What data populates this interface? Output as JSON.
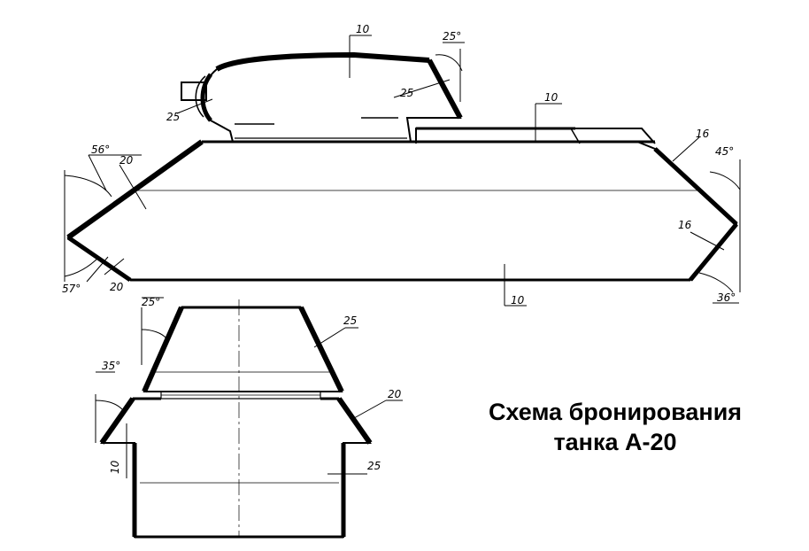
{
  "caption": {
    "line1": "Схема бронирования",
    "line2": "танка А-20"
  },
  "side_view": {
    "turret_roof": "10",
    "turret_rear_angle": "25°",
    "turret_rear": "25",
    "turret_front": "25",
    "engine_deck": "10",
    "upper_rear": "16",
    "upper_rear_angle": "45°",
    "lower_rear": "16",
    "lower_rear_angle": "36°",
    "upper_front_angle": "56°",
    "upper_front": "20",
    "lower_front_angle": "57°",
    "lower_front": "20",
    "bottom": "10"
  },
  "cross_section": {
    "turret_angle": "25°",
    "turret_side": "25",
    "sponson_angle": "35°",
    "sponson": "20",
    "hull_side": "25",
    "roof": "10"
  },
  "colors": {
    "ink": "#000000",
    "paper": "#ffffff"
  }
}
